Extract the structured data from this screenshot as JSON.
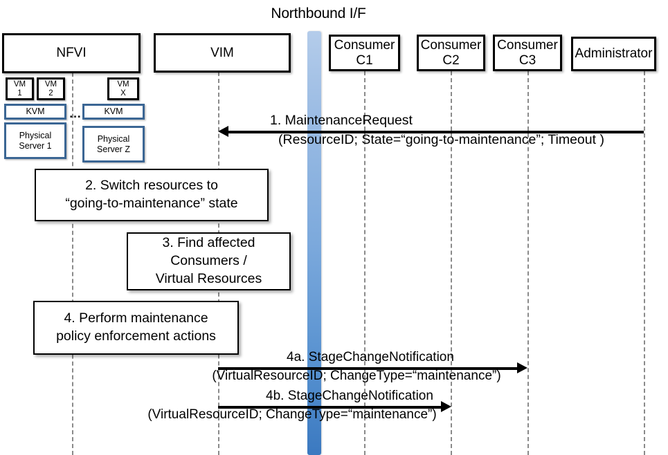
{
  "diagram": {
    "type": "sequence-diagram",
    "title": "Northbound I/F",
    "colors": {
      "bar_top": "#b4ccea",
      "bar_bottom": "#3b79c0",
      "block_border_blue": "#3b6694",
      "box_border_black": "#000000",
      "lifeline": "#8a8a8a",
      "background": "#ffffff"
    }
  },
  "actors": [
    {
      "id": "nfvi",
      "label": "NFVI"
    },
    {
      "id": "vim",
      "label": "VIM"
    },
    {
      "id": "consumer_c1",
      "label": "Consumer\nC1",
      "line1": "Consumer",
      "line2": "C1"
    },
    {
      "id": "consumer_c2",
      "label": "Consumer\nC2",
      "line1": "Consumer",
      "line2": "C2"
    },
    {
      "id": "consumer_c3",
      "label": "Consumer\nC3",
      "line1": "Consumer",
      "line2": "C3"
    },
    {
      "id": "administrator",
      "label": "Administrator"
    }
  ],
  "nfvi_stack": {
    "vms": [
      {
        "line1": "VM",
        "line2": "1"
      },
      {
        "line1": "VM",
        "line2": "2"
      },
      {
        "line1": "VM",
        "line2": "X"
      }
    ],
    "hypervisors": [
      {
        "label": "KVM"
      },
      {
        "label": "KVM"
      }
    ],
    "servers": [
      {
        "line1": "Physical",
        "line2": "Server 1"
      },
      {
        "line1": "Physical",
        "line2": "Server Z"
      }
    ],
    "ellipsis": "…"
  },
  "steps": [
    {
      "id": "step2",
      "line1": "2. Switch resources to",
      "line2": "“going-to-maintenance” state"
    },
    {
      "id": "step3",
      "line1": "3. Find affected",
      "line2": "Consumers /",
      "line3": "Virtual Resources"
    },
    {
      "id": "step4",
      "line1": "4. Perform maintenance",
      "line2": "policy enforcement actions"
    }
  ],
  "messages": [
    {
      "id": "msg1",
      "number": "1.",
      "name": "MaintenanceRequest",
      "label": "1.    MaintenanceRequest",
      "params": "(ResourceID; State=“going-to-maintenance”; Timeout )",
      "from": "administrator",
      "to": "vim",
      "direction": "left"
    },
    {
      "id": "msg4a",
      "number": "4a.",
      "name": "StageChangeNotification",
      "label": "4a. StageChangeNotification",
      "params": "(VirtualResourceID; ChangeType=“maintenance”)",
      "from": "vim",
      "to": "consumer_c3",
      "direction": "right"
    },
    {
      "id": "msg4b",
      "number": "4b.",
      "name": "StageChangeNotification",
      "label": "4b. StageChangeNotification",
      "params": "(VirtualResourceID; ChangeType=“maintenance”)",
      "from": "vim",
      "to": "consumer_c2",
      "direction": "right"
    }
  ]
}
